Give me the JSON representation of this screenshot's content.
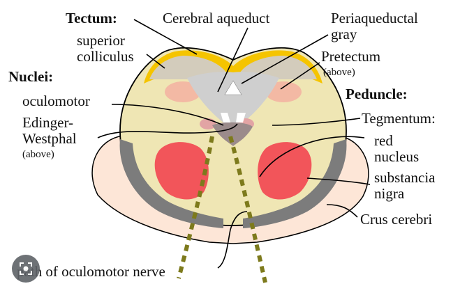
{
  "diagram": {
    "headings": {
      "tectum": "Tectum:",
      "nuclei": "Nuclei:",
      "peduncle": "Peduncle:"
    },
    "labels": {
      "cerebral_aqueduct": "Cerebral aqueduct",
      "periaqueductal_1": "Periaqueductal",
      "periaqueductal_2": "gray",
      "superior_colliculus_1": "superior",
      "superior_colliculus_2": "colliculus",
      "pretectum": "Pretectum",
      "pretectum_note": "(above)",
      "oculomotor": "oculomotor",
      "edinger_1": "Edinger-",
      "edinger_2": "Westphal",
      "edinger_note": "(above)",
      "tegmentum": "Tegmentum:",
      "red_nucleus_1": "red",
      "red_nucleus_2": "nucleus",
      "substancia_nigra_1": "substancia",
      "substancia_nigra_2": "nigra",
      "crus_cerebri": "Crus cerebri",
      "oculomotor_nerve_path": "path of oculomotor nerve"
    },
    "colors": {
      "tegmentum": "#efe6b4",
      "crus_cerebri": "#fde6d7",
      "substancia_nigra": "#7c7c7c",
      "red_nucleus": "#f2555a",
      "tectum_rim": "#f5c400",
      "superior_colliculus": "#d3ccbc",
      "pretectum": "#f3b9a4",
      "periaqueductal_gray": "#cfcfcf",
      "nuclei": "#e2a4a4",
      "nerve_path": "#7d7a1c",
      "outline": "#000000"
    }
  },
  "overlay": {
    "icon": "lens-icon"
  }
}
